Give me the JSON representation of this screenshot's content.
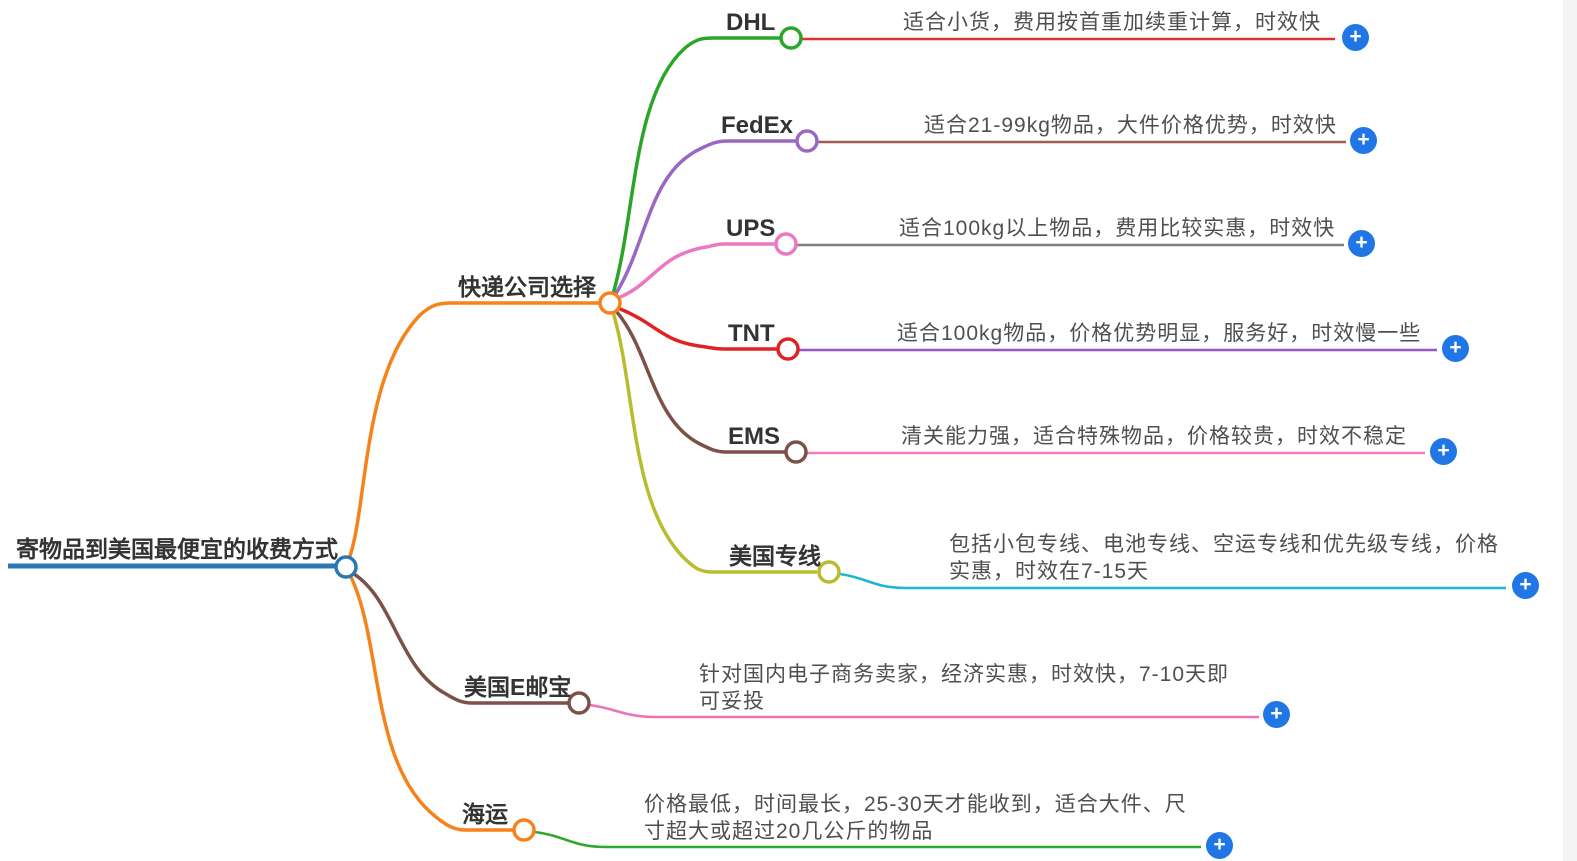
{
  "root": {
    "label": "寄物品到美国最便宜的收费方式"
  },
  "branches": [
    {
      "label": "快递公司选择",
      "children": [
        {
          "label": "DHL",
          "detail": "适合小货，费用按首重加续重计算，时效快"
        },
        {
          "label": "FedEx",
          "detail": "适合21-99kg物品，大件价格优势，时效快"
        },
        {
          "label": "UPS",
          "detail": "适合100kg以上物品，费用比较实惠，时效快"
        },
        {
          "label": "TNT",
          "detail": "适合100kg物品，价格优势明显，服务好，时效慢一些"
        },
        {
          "label": "EMS",
          "detail": "清关能力强，适合特殊物品，价格较贵，时效不稳定"
        },
        {
          "label": "美国专线",
          "detail": "包括小包专线、电池专线、空运专线和优先级专线，价格实惠，时效在7-15天"
        }
      ]
    },
    {
      "label": "美国E邮宝",
      "detail": "针对国内电子商务卖家，经济实惠，时效快，7-10天即可妥投"
    },
    {
      "label": "海运",
      "detail": "价格最低，时间最长，25-30天才能收到，适合大件、尺寸超大或超过20几公斤的物品"
    }
  ],
  "icons": {
    "plus": "+"
  },
  "colors": {
    "root_blue": "#2778b5",
    "branch_orange": "#f6821b",
    "branch_brown": "#7d5149",
    "dhl_green": "#2aa52a",
    "fedex_purple": "#9a68c4",
    "ups_pink": "#ec77c2",
    "tnt_red": "#e02222",
    "ems_brown": "#7d5149",
    "us_line_yellowgreen": "#b8bc2e",
    "detail_red": "#e03030",
    "detail_brick": "#a05c52",
    "detail_gray": "#7f7f7f",
    "detail_purple": "#9655c8",
    "detail_pink": "#f27ec1",
    "detail_cyan": "#1fb5d5",
    "detail_magenta": "#ee72b8",
    "detail_green": "#2fa82a",
    "plus_blue": "#1f76e4",
    "label_dark": "#333333",
    "detail_text_gray": "#4f4f4f"
  }
}
